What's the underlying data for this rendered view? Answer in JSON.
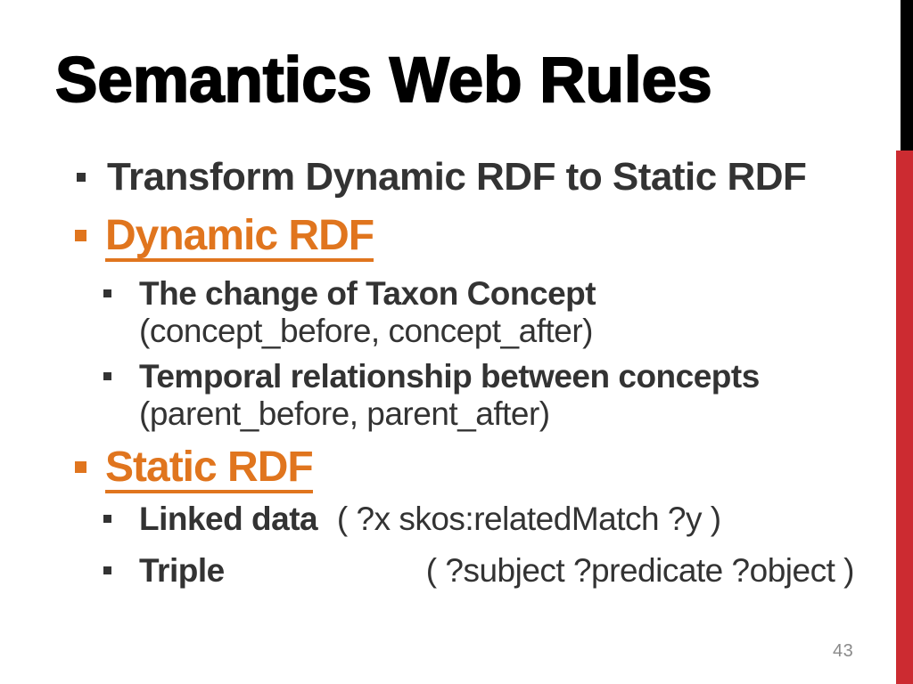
{
  "slide": {
    "title": "Semantics Web Rules",
    "page_number": "43",
    "colors": {
      "accent_orange": "#E0751E",
      "bar_red": "#CC2B31",
      "bar_black": "#000000",
      "body_text": "#333333",
      "page_number_gray": "#8A8A8A"
    },
    "bullets": {
      "item1": "Transform Dynamic RDF to Static RDF",
      "dynamic_header": "Dynamic RDF",
      "dynamic_sub1_label": "The change of Taxon Concept",
      "dynamic_sub1_detail": "(concept_before, concept_after)",
      "dynamic_sub2_label": "Temporal relationship between concepts",
      "dynamic_sub2_detail": "(parent_before, parent_after)",
      "static_header": "Static RDF",
      "static_sub1_label": "Linked data",
      "static_sub1_detail": "( ?x skos:relatedMatch ?y )",
      "static_sub2_label": "Triple",
      "static_sub2_detail": "( ?subject ?predicate ?object )"
    }
  }
}
